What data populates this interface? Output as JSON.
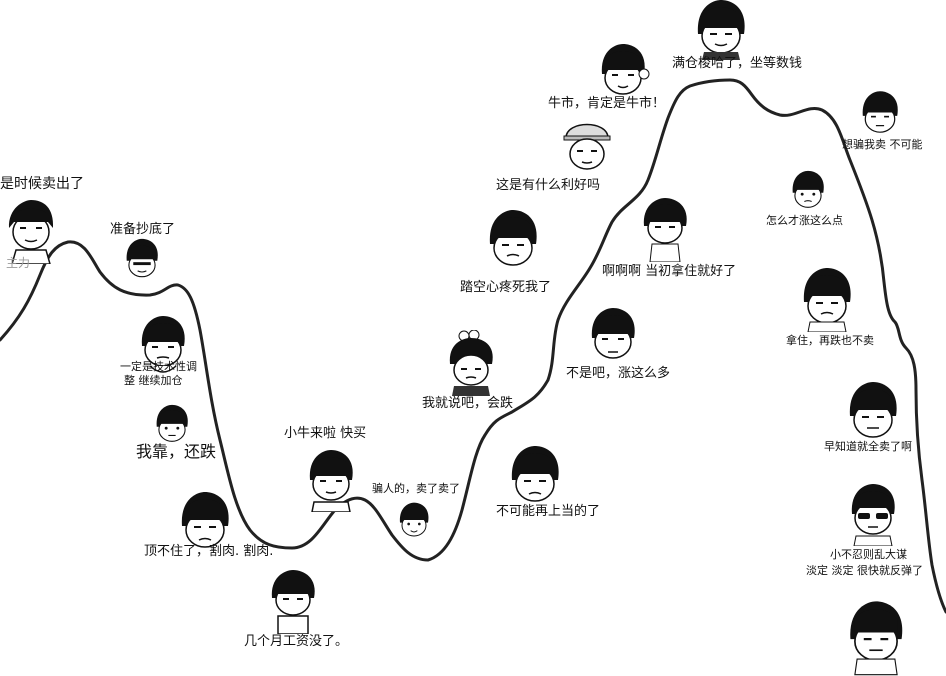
{
  "captions": {
    "c01": "是时候卖出了",
    "c02": "主力",
    "c03": "准备抄底了",
    "c04": "一定是技术性调",
    "c05": "整  继续加仓",
    "c06": "我靠，还跌",
    "c07": "顶不住了，割肉. 割肉.",
    "c08": "几个月工资没了。",
    "c09": "小牛来啦  快买",
    "c10": "骗人的，卖了卖了",
    "c11": "我就说吧，会跌",
    "c12": "踏空心疼死我了",
    "c13": "这是有什么利好吗",
    "c14": "牛市，肯定是牛市！",
    "c15": "满仓梭哈了，坐等数钱",
    "c16": "啊啊啊  当初拿住就好了",
    "c17": "不是吧，涨这么多",
    "c18": "不可能再上当的了",
    "c19": "想骗我卖  不可能",
    "c20": "怎么才涨这么点",
    "c21": "拿住，再跌也不卖",
    "c22": "早知道就全卖了啊",
    "c23": "小不忍则乱大谋",
    "c24": "淡定  淡定  很快就反弹了"
  },
  "colors": {
    "line": "#222222",
    "ink": "#111111",
    "hair": "#111111",
    "skin": "#ffffff"
  }
}
